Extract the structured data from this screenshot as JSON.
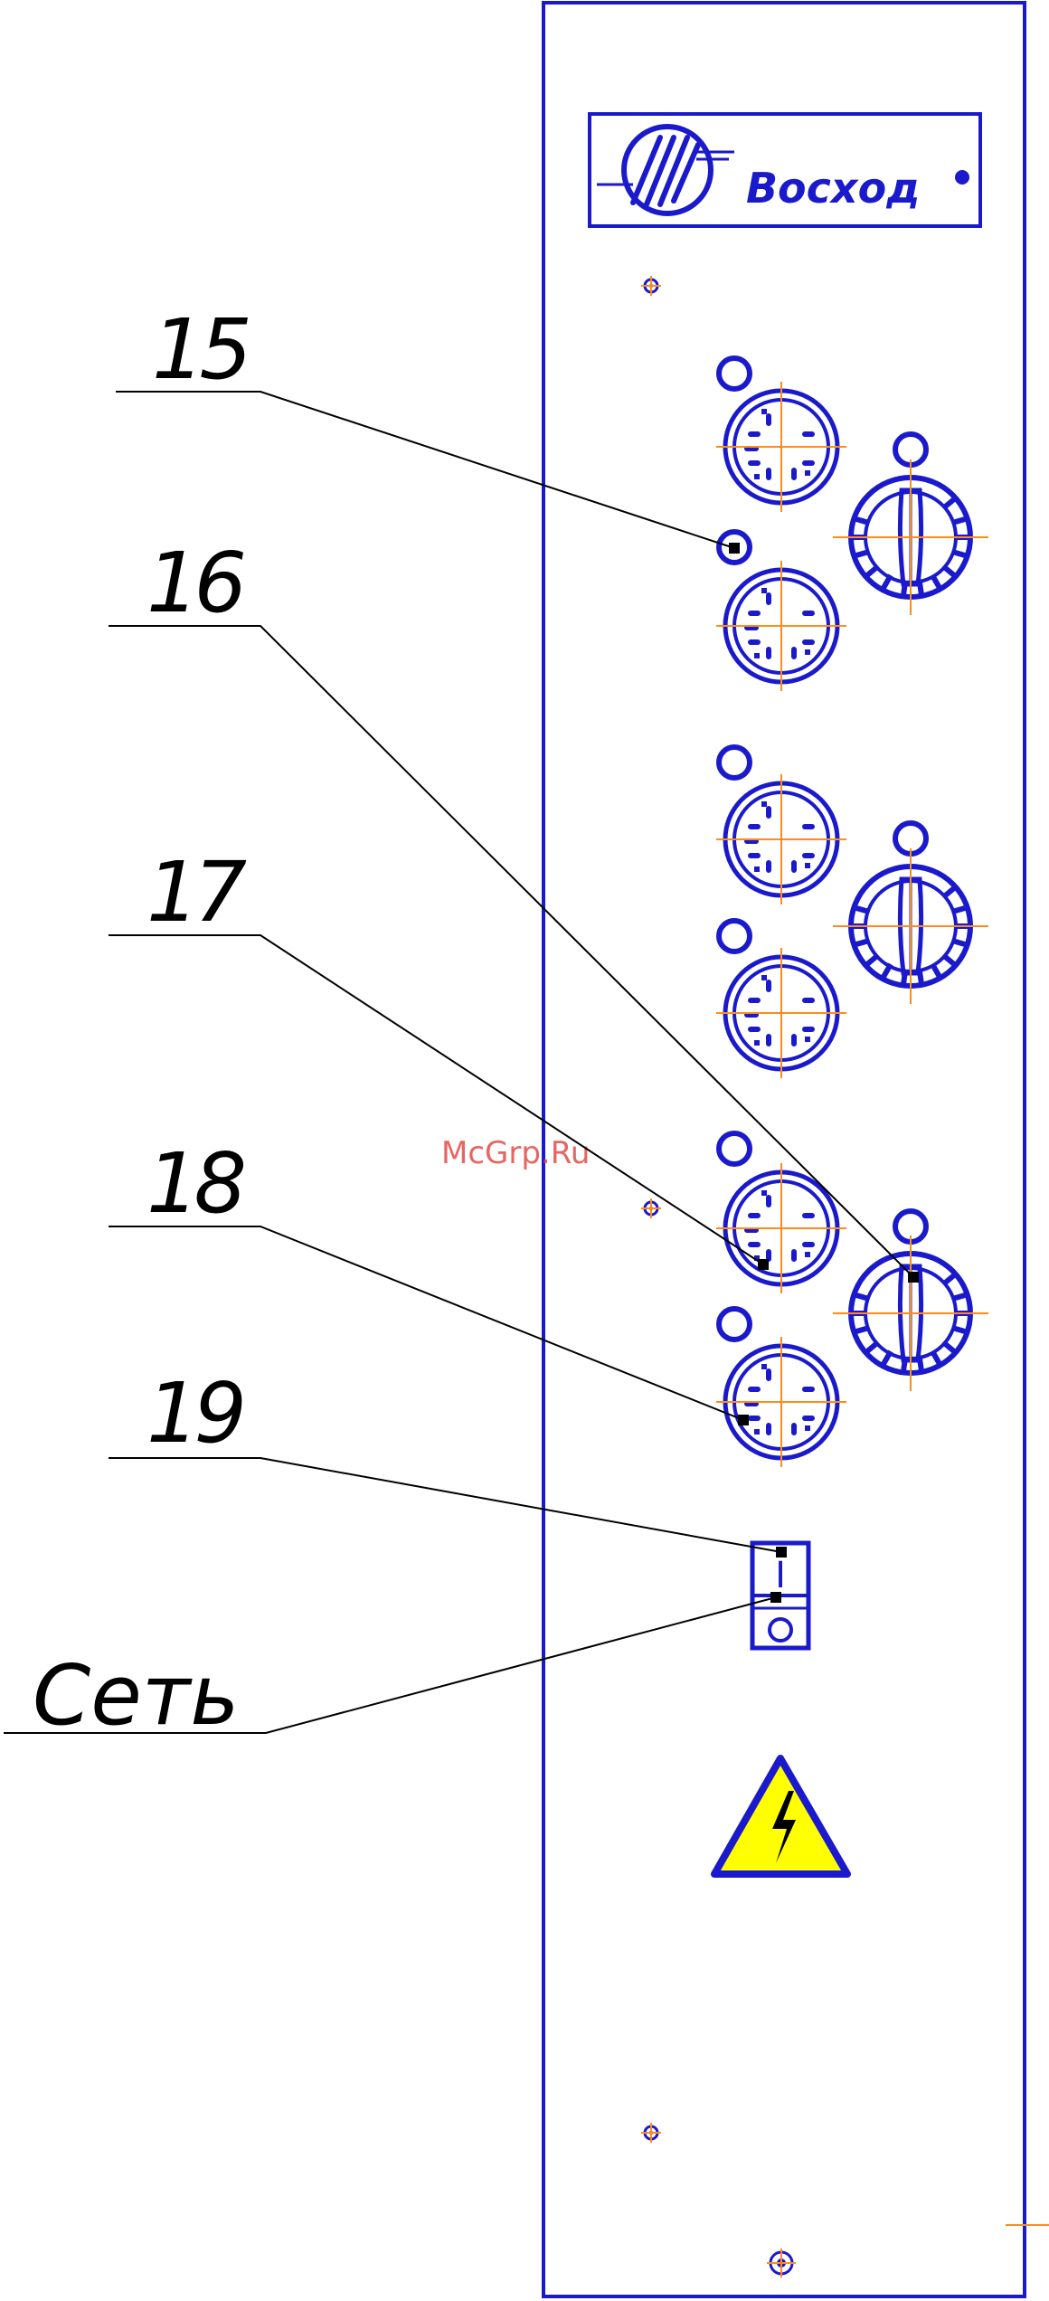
{
  "brand": {
    "name": "Восход",
    "mark": "®"
  },
  "callouts": [
    {
      "label": "15",
      "target": "indicator-lamp"
    },
    {
      "label": "16",
      "target": "oven-thermostat-knob"
    },
    {
      "label": "17",
      "target": "hotplate-switch-knob"
    },
    {
      "label": "18",
      "target": "hotplate-switch-knob"
    },
    {
      "label": "19",
      "target": "power-switch-on"
    },
    {
      "label": "Сеть",
      "target": "power-switch-off"
    }
  ],
  "power_switch": {
    "on_symbol": "I",
    "off_symbol": "O"
  },
  "watermark": "McGrp.Ru",
  "colors": {
    "panel": "#1a1acc",
    "centerline": "#ff8c1a",
    "leader": "#000000",
    "warning_fill": "#ffff00"
  }
}
